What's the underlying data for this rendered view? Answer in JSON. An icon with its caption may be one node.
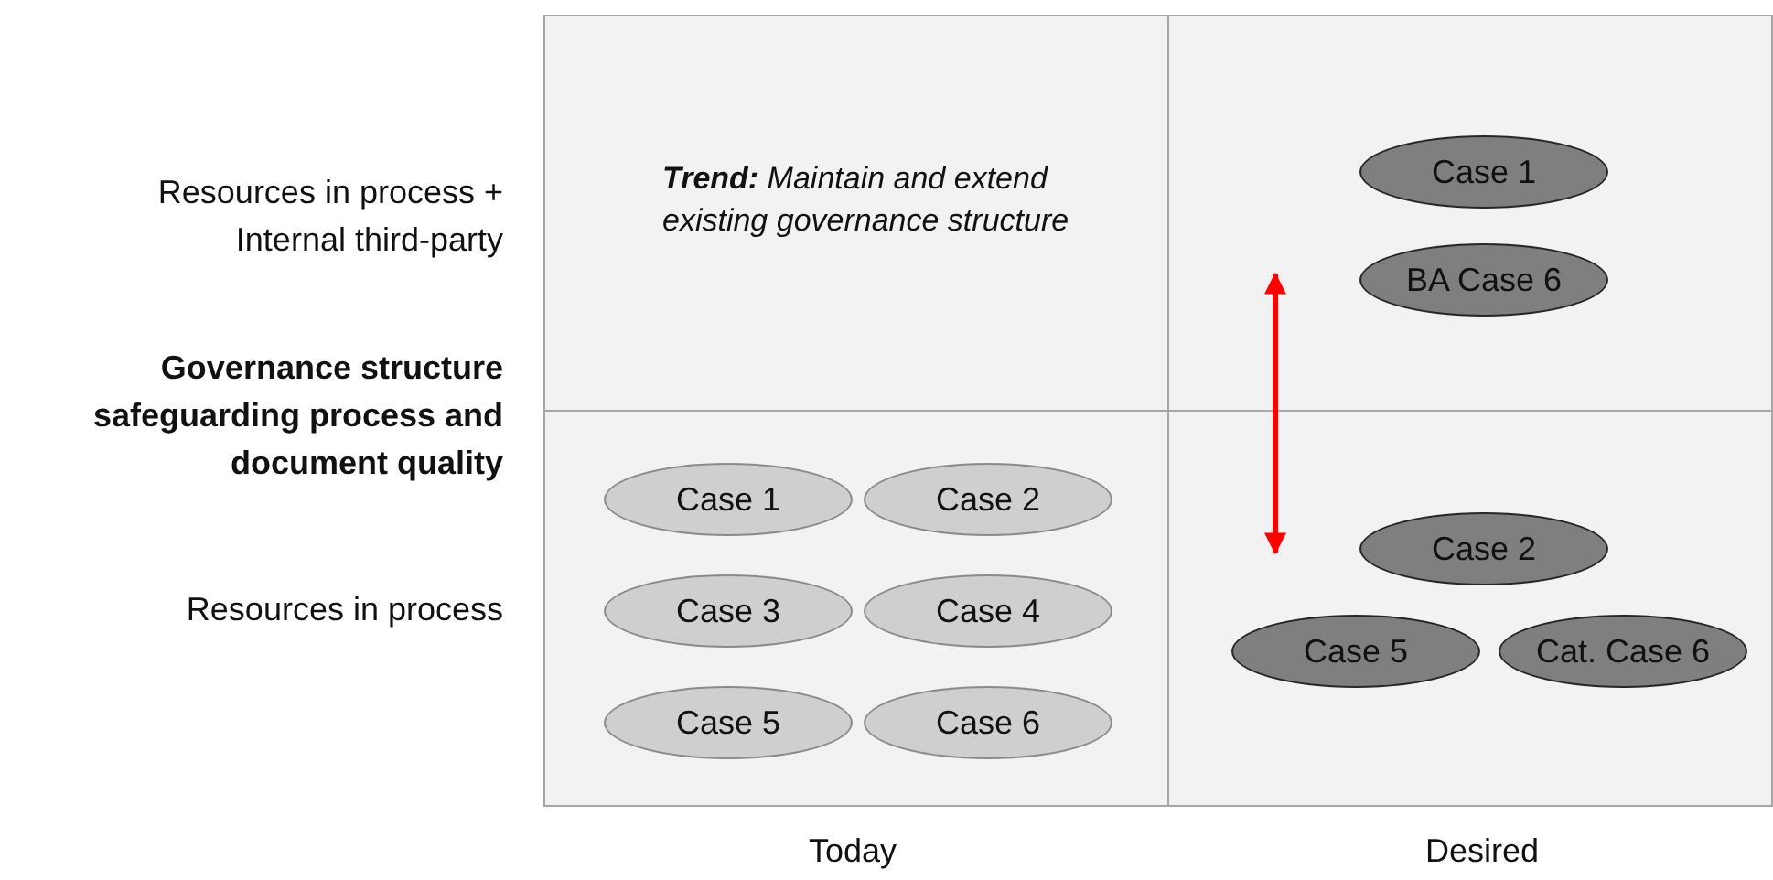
{
  "diagram": {
    "nodes": [
      {
        "text": [
          "**Trend:** Maintain and extend existing governance structure"
        ]
      },
      {
        "text": [],
        "shape": "box"
      },
      {
        "text": [],
        "shape": "box"
      },
      {
        "text": [],
        "shape": "box"
      },
      {
        "text": [
          "Case 1"
        ],
        "in": 1
      },
      {
        "text": [
          "BA Case 6"
        ],
        "in": 1
      },
      {
        "text": [
          "Case 1"
        ],
        "in": 2
      },
      {
        "text": [
          "Case 2"
        ],
        "in": 2
      },
      {
        "text": [
          "Case 3"
        ],
        "in": 2
      },
      {
        "text": [
          "Case 4"
        ],
        "in": 2
      },
      {
        "text": [
          "Case 5"
        ],
        "in": 2
      },
      {
        "text": [
          "Case 6"
        ],
        "in": 2
      },
      {
        "text": [
          "Case 2"
        ],
        "in": 3
      },
      {
        "text": [
          "Case 5"
        ],
        "in": 3
      },
      {
        "text": [
          "Cat. Case 6"
        ],
        "in": 3
      }
    ],
    "labels": [
      "Resources in process + Internal third-party",
      "Governance structure safeguarding process and document quality",
      "Resources in process",
      "Today",
      "Desired"
    ]
  }
}
